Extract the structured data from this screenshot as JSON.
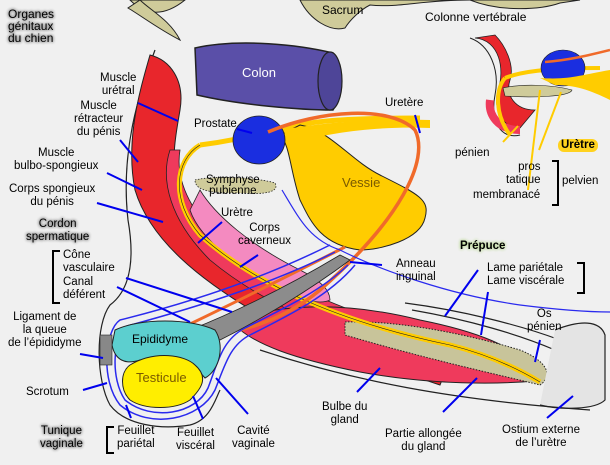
{
  "title": "Organes génitaux du chien",
  "labels": {
    "title_line1": "Organes",
    "title_line2": "génitaux",
    "title_line3": "du chien",
    "sacrum": "Sacrum",
    "colonne": "Colonne vertébrale",
    "colon": "Colon",
    "muscle_uretral_1": "Muscle",
    "muscle_uretral_2": "urétral",
    "muscle_retracteur_1": "Muscle",
    "muscle_retracteur_2": "rétracteur",
    "muscle_retracteur_3": "du pénis",
    "muscle_bulbo_1": "Muscle",
    "muscle_bulbo_2": "bulbo-spongieux",
    "corps_spongieux_1": "Corps spongieux",
    "corps_spongieux_2": "du pénis",
    "cordon_1": "Cordon",
    "cordon_2": "spermatique",
    "cone_1": "Cône",
    "cone_2": "vasculaire",
    "canal_1": "Canal",
    "canal_2": "déférent",
    "ligament_1": "Ligament de",
    "ligament_2": "la queue",
    "ligament_3": "de l’épididyme",
    "scrotum": "Scrotum",
    "tunique_1": "Tunique",
    "tunique_2": "vaginale",
    "feuillet_parietal_1": "Feuillet",
    "feuillet_parietal_2": "pariétal",
    "feuillet_visceral_1": "Feuillet",
    "feuillet_visceral_2": "viscéral",
    "cavite_1": "Cavité",
    "cavite_2": "vaginale",
    "epididyme": "Epididyme",
    "testicule": "Testicule",
    "prostate": "Prostate",
    "uretere": "Uretère",
    "symphyse_1": "Symphyse",
    "symphyse_2": "pubienne",
    "vessie": "Vessie",
    "uretre": "Urètre",
    "corps_caverneux_1": "Corps",
    "corps_caverneux_2": "caverneux",
    "anneau_1": "Anneau",
    "anneau_2": "inguinal",
    "prepuce": "Prépuce",
    "lame_parietale": "Lame pariétale",
    "lame_viscerale": "Lame viscérale",
    "os_penien_1": "Os",
    "os_penien_2": "pénien",
    "bulbe_1": "Bulbe du",
    "bulbe_2": "gland",
    "partie_1": "Partie allongée",
    "partie_2": "du gland",
    "ostium_1": "Ostium externe",
    "ostium_2": "de l’urètre",
    "inset_uretre": "Urètre",
    "inset_penien": "pénien",
    "inset_pros": "pros",
    "inset_tatique": "tatique",
    "inset_membranace": "membranacé",
    "inset_pelvien": "pelvien"
  },
  "colors": {
    "background": "#f0f0f0",
    "bone": "#cfcb9a",
    "colon": "#5a4fa8",
    "muscle": "#e8262c",
    "spongy": "#ef3a5c",
    "cavernous": "#f48ac0",
    "urethra": "#ffcc00",
    "bladder": "#ffcc00",
    "prostate": "#1a2ee0",
    "ureter": "#f06a2a",
    "epididymis": "#5ccfcf",
    "testis": "#ffee00",
    "pointer": "#0000ee",
    "os_penis": "#c8c49a"
  }
}
